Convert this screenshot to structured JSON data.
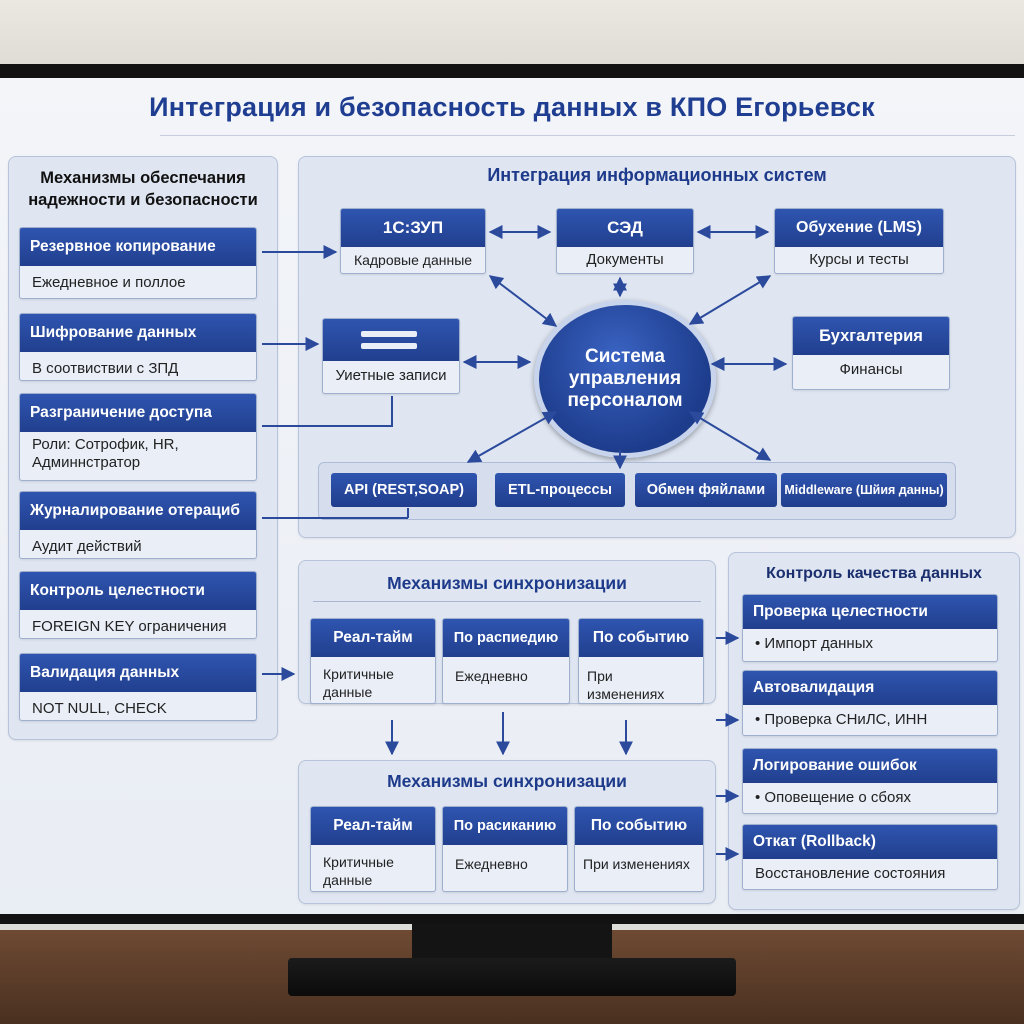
{
  "title": "Интеграция и безопасность данных в КПО Егорьевск",
  "left_panel": {
    "title": "Механизмы обеспечания надежности и безопасности",
    "items": [
      {
        "head": "Резервное копирование",
        "body": "Ежедневное и поллое"
      },
      {
        "head": "Шифрование данных",
        "body": "В соотвиствии с  ЗПД"
      },
      {
        "head": "Разграничение доступа",
        "body": "Роли: Сотрофик, HR, Админнстратор"
      },
      {
        "head": "Журналирование отерациб",
        "body": "Аудит действий"
      },
      {
        "head": "Контроль целестности",
        "body": "FOREIGN KEY ограничения"
      },
      {
        "head": "Валидация данных",
        "body": "NOT NULL, CHECK"
      }
    ]
  },
  "integration": {
    "title": "Интеграция информационных систем",
    "hub": "Система управления персоналом",
    "systems": [
      {
        "head": "1С:ЗУП",
        "body": "Кадровые данные"
      },
      {
        "head": "СЭД",
        "body": "Документы"
      },
      {
        "head": "Обухение (LMS)",
        "body": "Курсы и тесты"
      },
      {
        "head": "Бухгалтерия",
        "body": "Финансы"
      },
      {
        "head": "",
        "body": "Уиетные записи"
      }
    ],
    "interfaces": [
      "API (REST,SOAP)",
      "ETL-процессы",
      "Обмен фяйлами",
      "Middleware (Шйия данны)"
    ]
  },
  "sync_top": {
    "title": "Механизмы синхронизации",
    "items": [
      {
        "head": "Реал-тайм",
        "body": "Критичные данные"
      },
      {
        "head": "По распиедию",
        "body": "Ежедневно"
      },
      {
        "head": "По событию",
        "body": "При изменениях"
      }
    ]
  },
  "sync_bottom": {
    "title": "Механизмы синхронизации",
    "items": [
      {
        "head": "Реал-тайм",
        "body": "Критичные данные"
      },
      {
        "head": "По расиканию",
        "body": "Ежедневно"
      },
      {
        "head": "По событию",
        "body": "При изменениях"
      }
    ]
  },
  "quality": {
    "title": "Контроль качества данных",
    "items": [
      {
        "head": "Проверка целестности",
        "body": "•  Импорт данных"
      },
      {
        "head": "Автовалидация",
        "body": "•  Проверка СНиЛС, ИНН"
      },
      {
        "head": "Логирование ошибок",
        "body": "•  Оповещение о сбоях"
      },
      {
        "head": "Откат (Rollback)",
        "body": "Восстановление состояния"
      }
    ]
  },
  "colors": {
    "accent": "#1f3e91",
    "card_head": "#2a4ca3",
    "panel": "#dfe6f2"
  }
}
